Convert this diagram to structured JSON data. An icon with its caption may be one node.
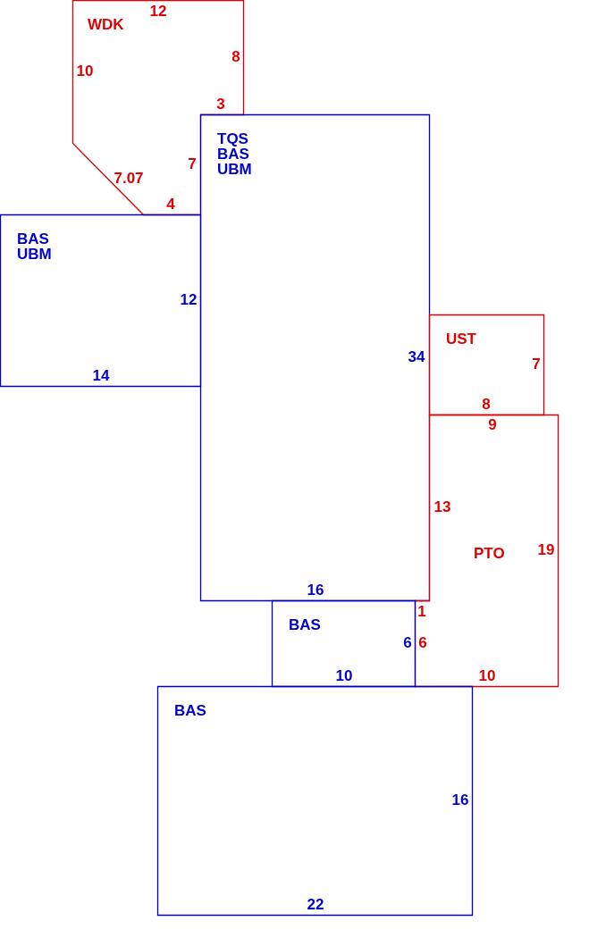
{
  "diagram": {
    "nodes": [
      {
        "text": [
          "WDK"
        ]
      },
      {
        "text": [
          "TQS BAS UBM"
        ]
      },
      {
        "text": [
          "BAS UBM"
        ]
      },
      {
        "text": [
          "UST"
        ]
      },
      {
        "text": [
          "PTO"
        ]
      },
      {
        "text": [
          "BAS"
        ]
      },
      {
        "text": [
          "BAS"
        ]
      }
    ],
    "edges": [],
    "labels": [
      "12",
      "8",
      "10",
      "3",
      "7",
      "7.07",
      "4",
      "12",
      "34",
      "7",
      "14",
      "8",
      "9",
      "13",
      "19",
      "16",
      "1",
      "6",
      "6",
      "10",
      "10",
      "16",
      "22"
    ]
  }
}
